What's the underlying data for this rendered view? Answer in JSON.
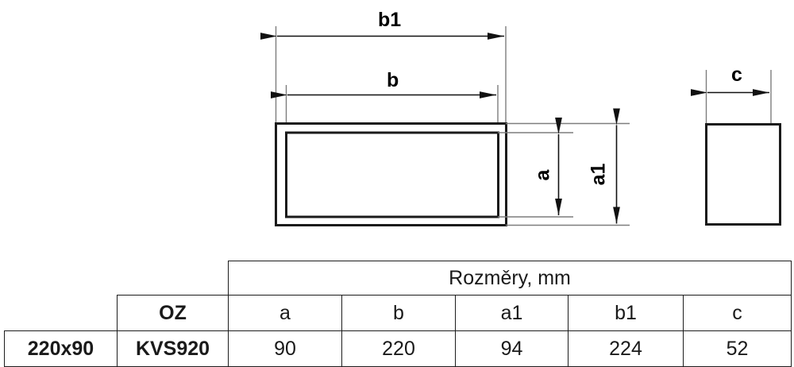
{
  "drawing": {
    "labels": {
      "b1": "b1",
      "b": "b",
      "a": "a",
      "a1": "a1",
      "c": "c"
    }
  },
  "table": {
    "group_header": "Rozměry, mm",
    "columns": {
      "size": "",
      "oz": "OZ",
      "a": "a",
      "b": "b",
      "a1": "a1",
      "b1": "b1",
      "c": "c"
    },
    "rows": [
      {
        "size": "220x90",
        "oz": "KVS920",
        "a": "90",
        "b": "220",
        "a1": "94",
        "b1": "224",
        "c": "52"
      }
    ]
  }
}
